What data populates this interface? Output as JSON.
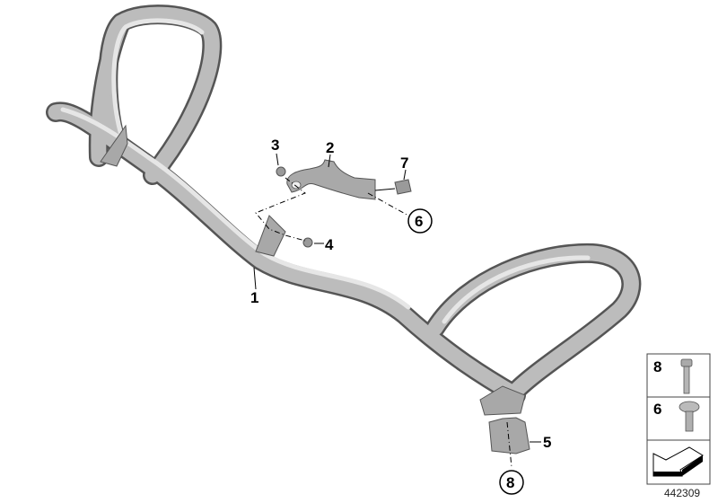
{
  "callouts": {
    "part1": "1",
    "part2": "2",
    "part3": "3",
    "part4": "4",
    "part5": "5",
    "part6": "6",
    "part7": "7",
    "part8": "8"
  },
  "legend": {
    "rows": [
      {
        "number": "8",
        "icon": "socket-head-screw-icon"
      },
      {
        "number": "6",
        "icon": "button-head-torx-screw-icon"
      }
    ],
    "bottom_icon": "arrow-direction-icon"
  },
  "diagram_id": "442309",
  "colors": {
    "tube": "#b4b4b4",
    "outline": "#555555",
    "bracket": "#a8a8a8"
  }
}
